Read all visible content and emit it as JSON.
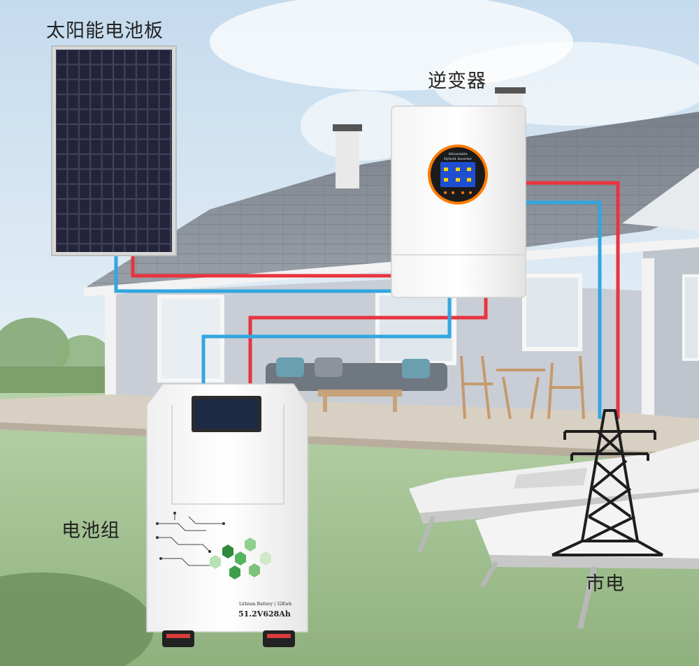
{
  "labels": {
    "solar_panel": "太阳能电池板",
    "inverter": "逆变器",
    "battery": "电池组",
    "grid": "市电"
  },
  "battery": {
    "capacity_text": "51.2V628Ah",
    "brand_text": "Lithium Battery | 32Kwh"
  },
  "inverter": {
    "brand_text": "Allvariable",
    "model_text": "Hybrid Inverter"
  },
  "colors": {
    "positive_wire": "#e8343f",
    "negative_wire": "#33a6e0",
    "sky": "#cfe3f1",
    "lawn": "#a9c89a"
  }
}
